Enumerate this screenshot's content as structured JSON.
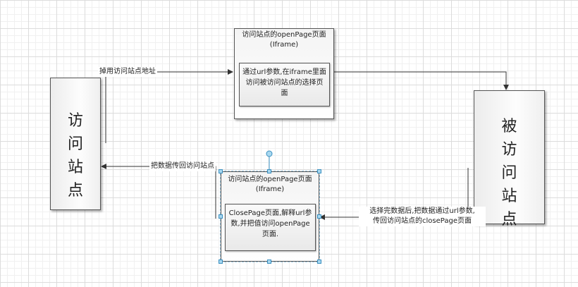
{
  "nodes": {
    "visit_site": {
      "label": "访问站点"
    },
    "visited_site": {
      "label": "被访问站点"
    },
    "open_page_top": {
      "title": [
        "访问站点的openPage页面",
        "(Iframe)"
      ],
      "inner": "通过url参数,在iframe里面访问被访问站点的选择页面"
    },
    "open_page_bottom": {
      "title": [
        "访问站点的openPage页面",
        "(Iframe)"
      ],
      "inner": "ClosePage页面,解释url参数,并把值访问openPage页面."
    }
  },
  "edges": {
    "call_address": "掉用访问站点地址",
    "pass_back": "把数据传回访问站点",
    "after_select": [
      "选择完数据后,把数据通过url参数,",
      "传回访问站点的closePage页面"
    ]
  },
  "colors": {
    "line": "#333333",
    "selection": "#3a8fc0",
    "handle_fill": "#a8d8f0"
  }
}
